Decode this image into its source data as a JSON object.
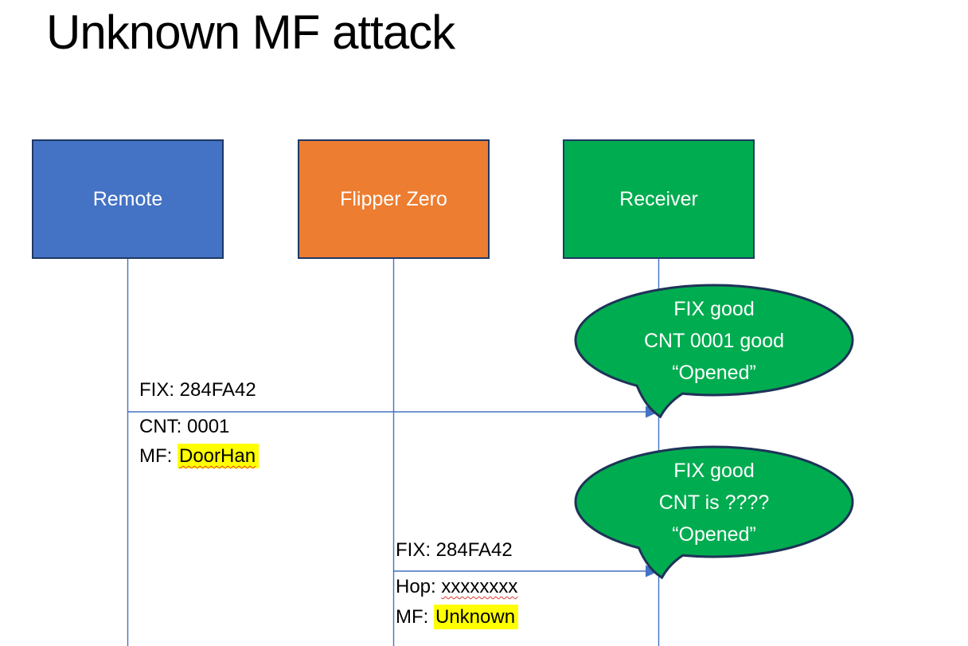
{
  "title": "Unknown MF attack",
  "colors": {
    "actor_blue": "#4472C4",
    "actor_orange": "#ED7D31",
    "actor_green": "#00AC50",
    "box_border": "#1F3864",
    "line_blue": "#4472C4",
    "bubble_green": "#00AC50",
    "bubble_border": "#1F3358",
    "highlight_yellow": "#FFFF00",
    "squiggle_red": "#E0392F"
  },
  "actors": [
    {
      "id": "remote",
      "label": "Remote"
    },
    {
      "id": "flipper",
      "label": "Flipper Zero"
    },
    {
      "id": "receiver",
      "label": "Receiver"
    }
  ],
  "messages": [
    {
      "from": "remote",
      "to": "receiver",
      "lines": [
        {
          "text": "FIX: 284FA42"
        },
        {
          "text": "CNT: 0001"
        },
        {
          "prefix": "MF: ",
          "value": "DoorHan",
          "highlight": true,
          "squiggle": true
        }
      ]
    },
    {
      "from": "flipper",
      "to": "receiver",
      "lines": [
        {
          "text": "FIX: 284FA42"
        },
        {
          "prefix": "Hop: ",
          "value": "xxxxxxxx",
          "highlight": false,
          "squiggle": true
        },
        {
          "prefix": "MF: ",
          "value": "Unknown",
          "highlight": true,
          "squiggle": false
        }
      ]
    }
  ],
  "bubbles": [
    {
      "lines": [
        "FIX good",
        "CNT 0001 good",
        "“Opened”"
      ]
    },
    {
      "lines": [
        "FIX good",
        "CNT is ????",
        "“Opened”"
      ]
    }
  ]
}
